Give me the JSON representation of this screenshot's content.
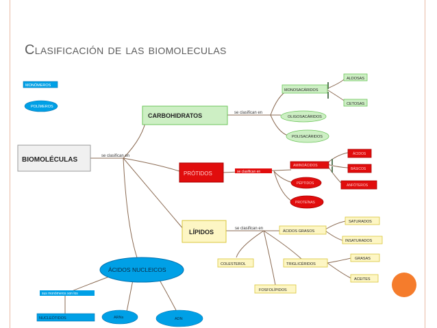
{
  "title": "Clasificación de las biomoleculas",
  "legend": {
    "monomers": "MONÓMEROS",
    "polymers": "POLÍMEROS"
  },
  "nodes": {
    "biomoleculas": "BIOMOLÉCULAS",
    "carbohidratos": "CARBOHIDRATOS",
    "protidos": "PRÓTIDOS",
    "lipidos": "LÍPIDOS",
    "acidos_nucleicos": "ÁCIDOS NUCLEICOS",
    "monosacaridos": "MONOSACÁRIDOS",
    "aldosas": "ALDOSAS",
    "cetosas": "CETOSAS",
    "oligosacaridos": "OLIGOSACÁRIDOS",
    "polisacaridos": "POLISACÁRIDOS",
    "aminoacidos": "AMINOÁCIDOS",
    "acidos": "ÁCIDOS",
    "basicos": "BÁSICOS",
    "anfoteros": "ANFÓTEROS",
    "peptidos": "PÉPTIDOS",
    "proteinas": "PROTEÍNAS",
    "acidos_grasos": "ÁCIDOS GRASOS",
    "saturados": "SATURADOS",
    "insaturados": "INSATURADOS",
    "trigliceridos": "TRIGLICÉRIDOS",
    "grasas": "GRASAS",
    "aceites": "ACEITES",
    "colesterol": "COLESTEROL",
    "fosfolipidos": "FOSFOLÍPIDOS",
    "nucleotidos": "NUCLEÓTIDOS",
    "arns": "ARNs",
    "adn": "ADN"
  },
  "links": {
    "se_clasifican_en": "se clasifican en",
    "sus_monomeros": "sus monómeros son los"
  },
  "colors": {
    "carbo_fill": "#cdefc4",
    "carbo_stroke": "#6cc55a",
    "prot_fill": "#e10d0d",
    "prot_stroke": "#a80000",
    "lip_fill": "#fdf6c4",
    "lip_stroke": "#d9c63a",
    "nuc_fill": "#00a0e6",
    "nuc_stroke": "#0072b0",
    "mono_fill": "#d8e8ee",
    "mono_stroke": "#6f9cb0",
    "line": "#8a6a52"
  }
}
